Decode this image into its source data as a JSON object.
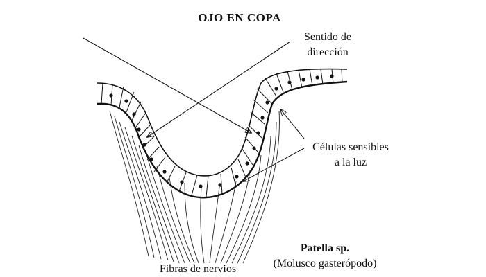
{
  "title": "OJO EN COPA",
  "labels": {
    "direction_line1": "Sentido de",
    "direction_line2": "dirección",
    "cells_line1": "Células sensibles",
    "cells_line2": "a la luz",
    "fibers": "Fibras de nervios",
    "species_name": "Patella sp.",
    "species_group": "(Molusco gasterópodo)"
  }
}
